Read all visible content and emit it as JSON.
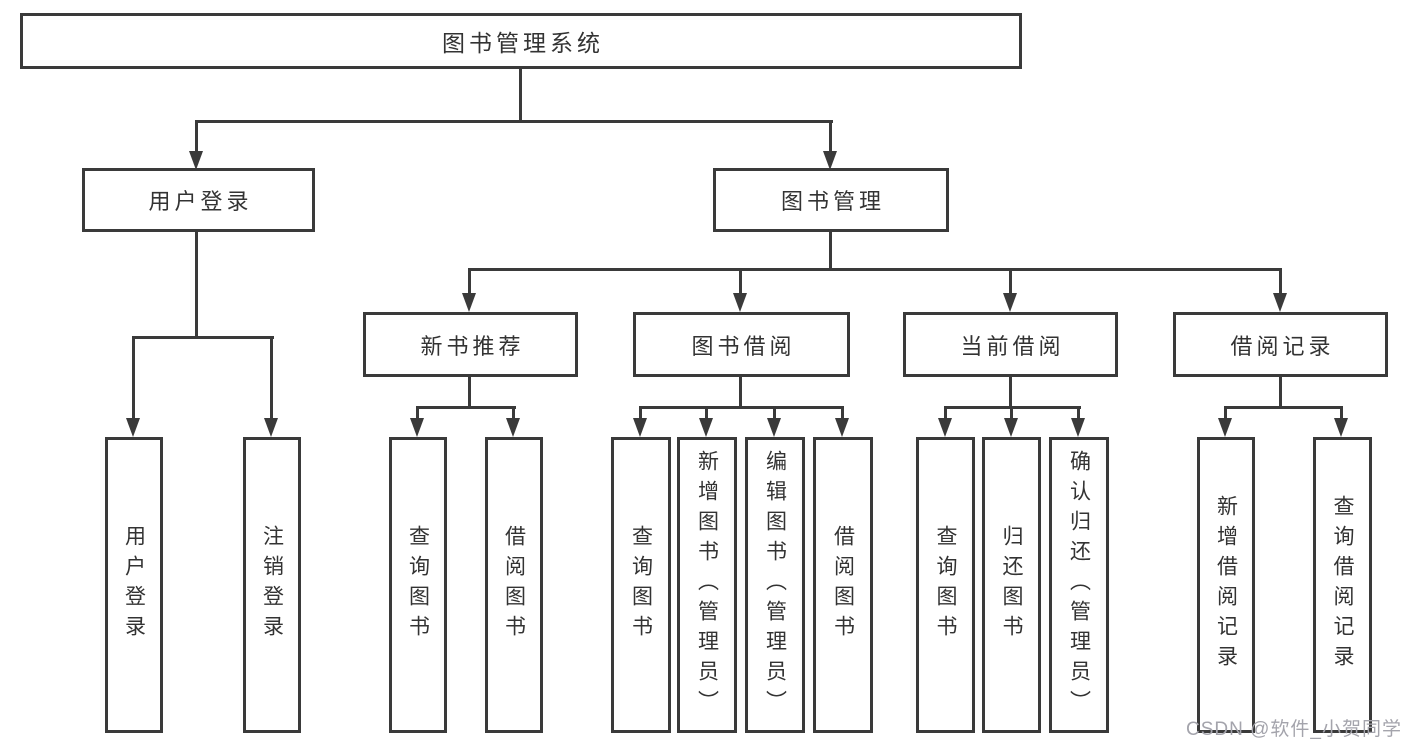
{
  "diagram": {
    "title": "图书管理系统",
    "children": [
      {
        "label": "用户登录",
        "children": [
          {
            "label": "用户登录"
          },
          {
            "label": "注销登录"
          }
        ]
      },
      {
        "label": "图书管理",
        "children": [
          {
            "label": "新书推荐",
            "children": [
              {
                "label": "查询图书"
              },
              {
                "label": "借阅图书"
              }
            ]
          },
          {
            "label": "图书借阅",
            "children": [
              {
                "label": "查询图书"
              },
              {
                "label": "新增图书（管理员）"
              },
              {
                "label": "编辑图书（管理员）"
              },
              {
                "label": "借阅图书"
              }
            ]
          },
          {
            "label": "当前借阅",
            "children": [
              {
                "label": "查询图书"
              },
              {
                "label": "归还图书"
              },
              {
                "label": "确认归还（管理员）"
              }
            ]
          },
          {
            "label": "借阅记录",
            "children": [
              {
                "label": "新增借阅记录"
              },
              {
                "label": "查询借阅记录"
              }
            ]
          }
        ]
      }
    ]
  },
  "watermark": {
    "text": "CSDN @软件_小贺同学"
  },
  "colors": {
    "line": "#3a3a3a",
    "box_border": "#3a3a3a",
    "box_fill": "#ffffff",
    "text": "#333333",
    "watermark": "#a4a4ac",
    "background": "#ffffff"
  }
}
